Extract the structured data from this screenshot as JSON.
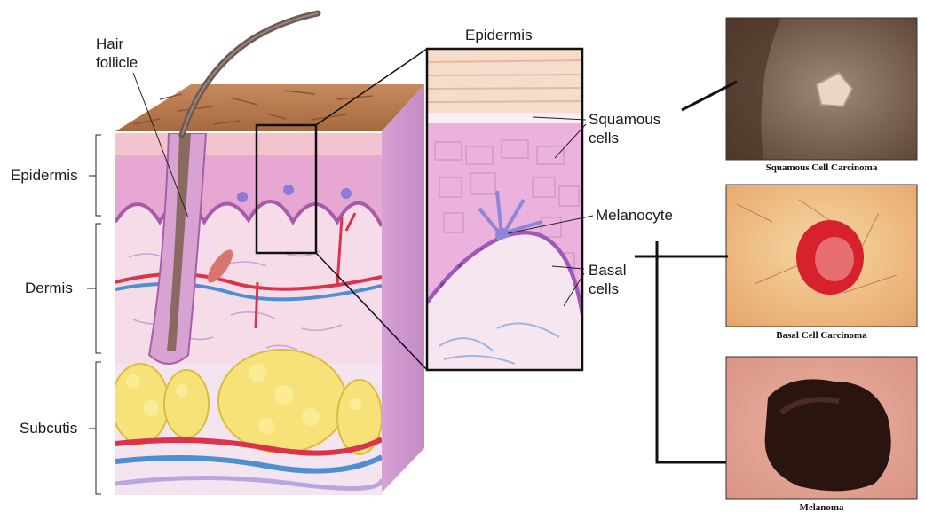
{
  "anatomy": {
    "hair_follicle": [
      "Hair",
      "follicle"
    ],
    "layers": {
      "epidermis": "Epidermis",
      "dermis": "Dermis",
      "subcutis": "Subcutis"
    },
    "inset": {
      "title": "Epidermis",
      "squamous_cells": [
        "Squamous",
        "cells"
      ],
      "melanocyte": "Melanocyte",
      "basal_cells": [
        "Basal",
        "cells"
      ]
    }
  },
  "photos": {
    "squamous": "Squamous Cell Carcinoma",
    "basal": "Basal Cell Carcinoma",
    "melanoma": "Melanoma"
  }
}
